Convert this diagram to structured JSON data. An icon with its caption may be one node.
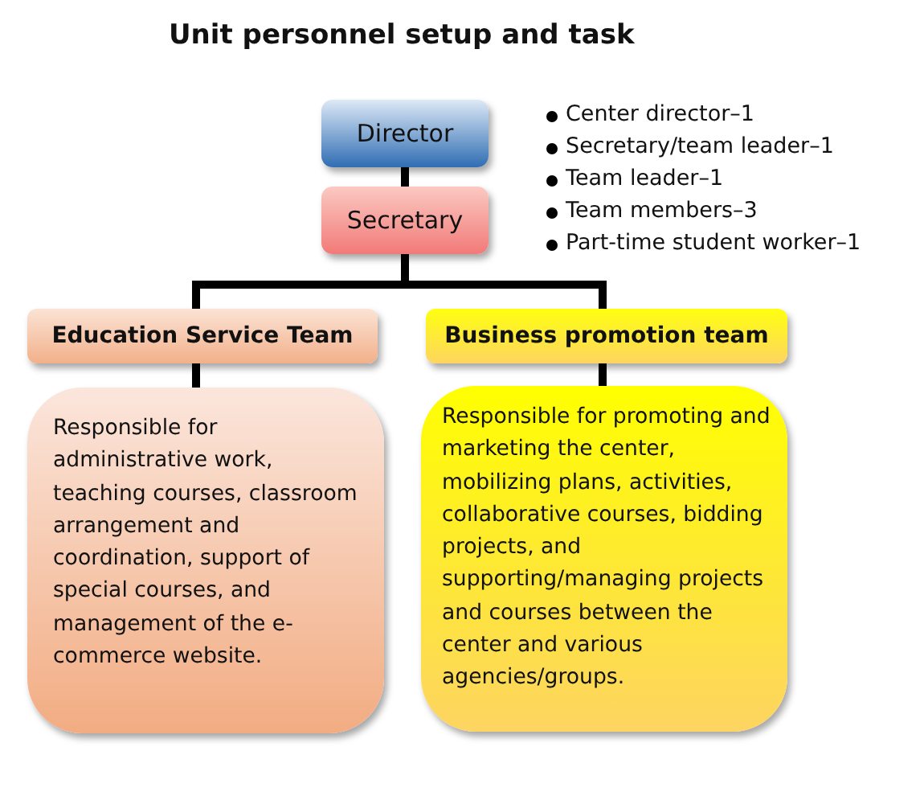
{
  "diagram": {
    "title": "Unit personnel setup and task",
    "nodes": [
      {
        "text": [
          "Director"
        ]
      },
      {
        "text": [
          "Secretary"
        ]
      },
      {
        "text": [
          "Education Service Team"
        ]
      },
      {
        "text": [
          "Business promotion team"
        ]
      },
      {
        "text": [
          "Responsible for administrative work, teaching courses, classroom arrangement and coordination, support of special courses, and management of the e-commerce website."
        ]
      },
      {
        "text": [
          "Responsible for promoting and marketing the center, mobilizing plans, activities, collaborative courses, bidding projects, and supporting/managing projects and courses between the center and various agencies/groups."
        ]
      }
    ],
    "edges": [
      {
        "from": 0,
        "to": 1,
        "arrow": "none"
      },
      {
        "from": 1,
        "to": 2,
        "arrow": "none"
      },
      {
        "from": 1,
        "to": 3,
        "arrow": "none"
      },
      {
        "from": 2,
        "to": 4,
        "arrow": "none"
      },
      {
        "from": 3,
        "to": 5,
        "arrow": "none"
      }
    ],
    "labels": [
      "Center director–1",
      "Secretary/team leader–1",
      "Team leader–1",
      "Team members–3",
      "Part-time student worker–1"
    ]
  }
}
